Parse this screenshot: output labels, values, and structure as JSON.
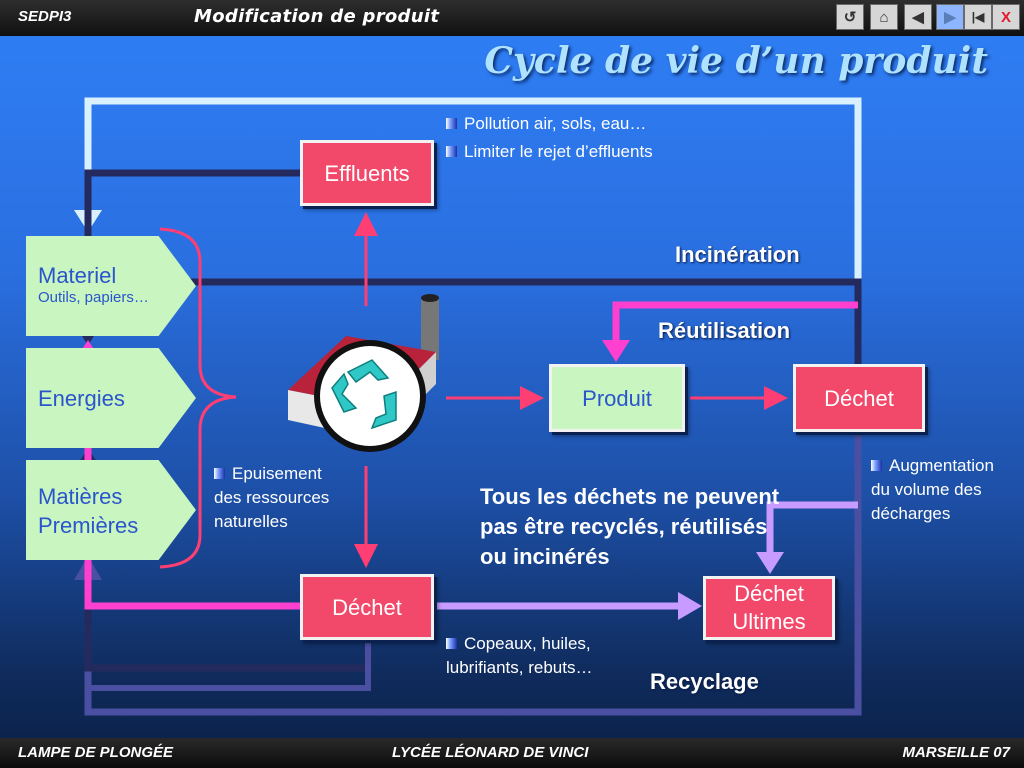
{
  "header": {
    "course": "SEDPI3",
    "module": "Modification de produit",
    "nav_buttons": [
      {
        "name": "return-icon",
        "glyph": "↺"
      },
      {
        "name": "home-icon",
        "glyph": "⌂"
      },
      {
        "name": "previous-icon",
        "glyph": "◀"
      },
      {
        "name": "next-icon",
        "glyph": "▶"
      },
      {
        "name": "first-icon",
        "glyph": "|◀"
      },
      {
        "name": "close-icon",
        "glyph": "X"
      }
    ]
  },
  "title": "Cycle de vie d’un produit",
  "resources": [
    {
      "title": "Materiel",
      "subtitle": "Outils, papiers…"
    },
    {
      "title": "Energies"
    },
    {
      "title": "Matières Premières"
    }
  ],
  "boxes": {
    "effluents": "Effluents",
    "produit": "Produit",
    "dechet_right": "Déchet",
    "dechet_bottom": "Déchet",
    "dechet_ultime_1": "Déchet",
    "dechet_ultime_2": "Ultimes"
  },
  "bullets": {
    "pollution": "Pollution air, sols, eau…",
    "limiter": "Limiter le rejet d’effluents",
    "epuisement_1": "Epuisement",
    "epuisement_2": "des ressources",
    "epuisement_3": "naturelles",
    "augmentation_1": "Augmentation",
    "augmentation_2": "du volume des",
    "augmentation_3": "décharges",
    "copeaux_1": "Copeaux, huiles,",
    "copeaux_2": "lubrifiants, rebuts…"
  },
  "labels": {
    "incineration": "Incinération",
    "reutilisation": "Réutilisation",
    "recyclage": "Recyclage"
  },
  "note": "Tous les déchets ne peuvent pas être recyclés, réutilisés ou incinérés",
  "footer": {
    "left": "LAMPE DE PLONGÉE",
    "center": "LYCÉE LÉONARD DE VINCI",
    "right": "MARSEILLE 07"
  },
  "colors": {
    "incineration_loop": "#252a5e",
    "recyclage_loop": "#4a4fa2",
    "reutilisation": "#ff3fd0",
    "light_loop": "#d9f0ff",
    "red_arrows": "#ff3e73",
    "violet": "#c79bff"
  }
}
